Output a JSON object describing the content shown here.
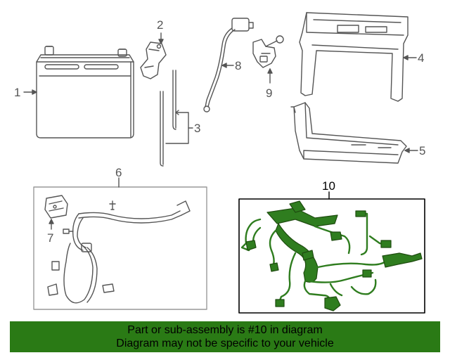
{
  "diagram": {
    "callouts": {
      "c1": "1",
      "c2": "2",
      "c3": "3",
      "c4": "4",
      "c5": "5",
      "c6": "6",
      "c7": "7",
      "c8": "8",
      "c9": "9",
      "c10": "10"
    },
    "colors": {
      "line": "#555555",
      "harness": "#2f7d1f",
      "banner": "#2a7a15"
    },
    "highlighted_part": "10"
  },
  "banner": {
    "line1": "Part or sub-assembly is #10 in diagram",
    "line2": "Diagram may not be specific to your vehicle"
  }
}
